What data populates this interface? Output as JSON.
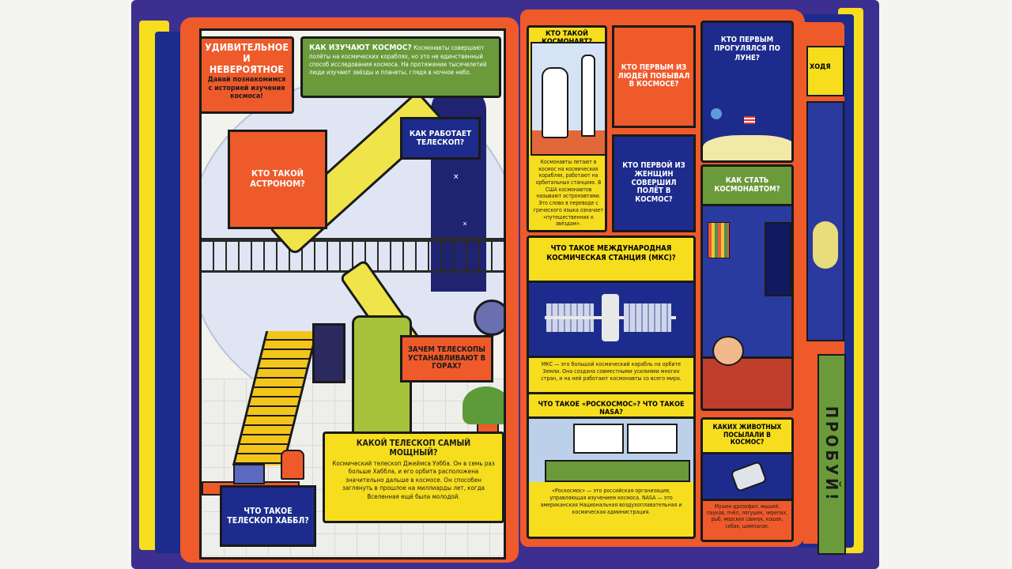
{
  "left_page": {
    "intro_title": "Удивительное и невероятное",
    "intro_text": "Давай познакомимся с историей изучения космоса!",
    "how_study_title": "Как изучают космос?",
    "how_study_text": "Космонавты совершают полёты на космических кораблях, но это не единственный способ исследования космоса. На протяжении тысячелетий люди изучают звёзды и планеты, глядя в ночное небо.",
    "how_telescope": "Как работает телескоп?",
    "astronomer": "Кто такой астроном?",
    "why_mountains": "Зачем телескопы устанавливают в горах?",
    "powerful_title": "Какой телескоп самый мощный?",
    "powerful_text": "Космический телескоп Джеймса Уэбба. Он в семь раз больше Хаббла, и его орбита расположена значительно дальше в космосе. Он способен заглянуть в прошлое на миллиарды лет, когда Вселенная ещё была молодой.",
    "hubble": "Что такое телескоп Хаббл?"
  },
  "right_page": {
    "cosmonaut_title": "Кто такой космонавт?",
    "cosmonaut_text": "Космонавты летают в космос на космических кораблях, работают на орбитальных станциях. В США космонавтов называют астронавтами. Это слово в переводе с греческого языка означает «путешественник к звёздам».",
    "first_space": "Кто первым из людей побывал в космосе?",
    "first_moon": "Кто первым прогулялся по Луне?",
    "first_woman": "Кто первой из женщин совершил полёт в космос?",
    "become_cosmonaut": "Как стать космонавтом?",
    "iss_title": "Что такое Международная космическая станция (МКС)?",
    "iss_text": "МКС — это большой космический корабль на орбите Земли. Она создана совместными усилиями многих стран, и на ней работают космонавты со всего мира.",
    "roscosmos_title": "Что такое «Роскосмос»? Что такое NASA?",
    "roscosmos_text": "«Роскосмос» — это российская организация, управляющая изучением космоса. NASA — это американская Национальная воздухоплавательная и космическая администрация.",
    "animals_title": "Каких животных посылали в космос?",
    "animals_text": "Мушек-дрозофил, мышей, пауков, пчёл, лягушек, черепах, рыб, морских свинок, кошек, собак, шимпанзе.",
    "next_page_top": "ходя",
    "try_it": "Пробуй!"
  },
  "colors": {
    "orange": "#ef5a2b",
    "yellow": "#f6de1f",
    "green": "#6a9a3a",
    "navy": "#1d2c8c",
    "purple": "#3d2f8f",
    "lightblue": "#c9d6ec"
  }
}
